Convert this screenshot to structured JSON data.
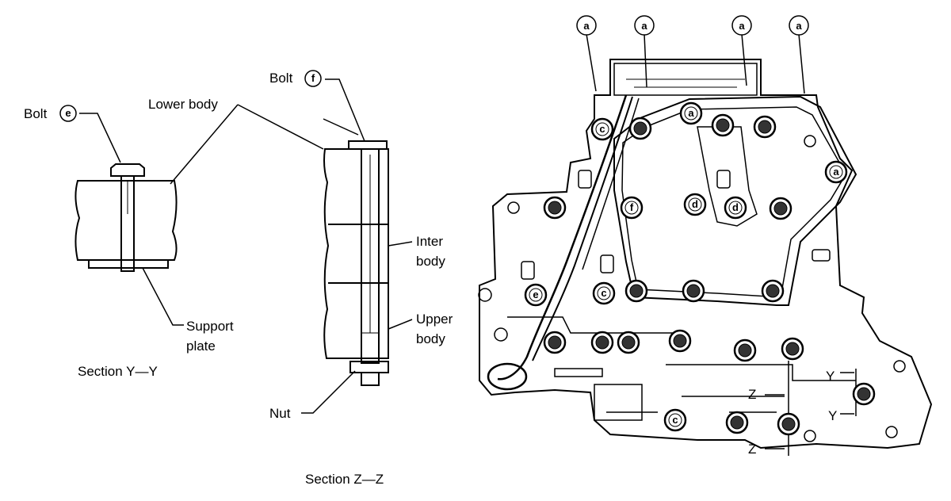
{
  "section_yy": {
    "bolt_label": "Bolt",
    "bolt_code": "e",
    "lower_body": "Lower body",
    "support_line1": "Support",
    "support_line2": "plate",
    "caption": "Section Y—Y"
  },
  "section_zz": {
    "bolt_label": "Bolt",
    "bolt_code": "f",
    "inter_line1": "Inter",
    "inter_line2": "body",
    "upper_line1": "Upper",
    "upper_line2": "body",
    "nut_label": "Nut",
    "caption": "Section Z—Z"
  },
  "valve_body": {
    "callout_top": "a",
    "bolt_codes": {
      "a": "a",
      "c": "c",
      "d": "d",
      "e": "e",
      "f": "f"
    },
    "section_y": "Y",
    "section_z": "Z"
  }
}
